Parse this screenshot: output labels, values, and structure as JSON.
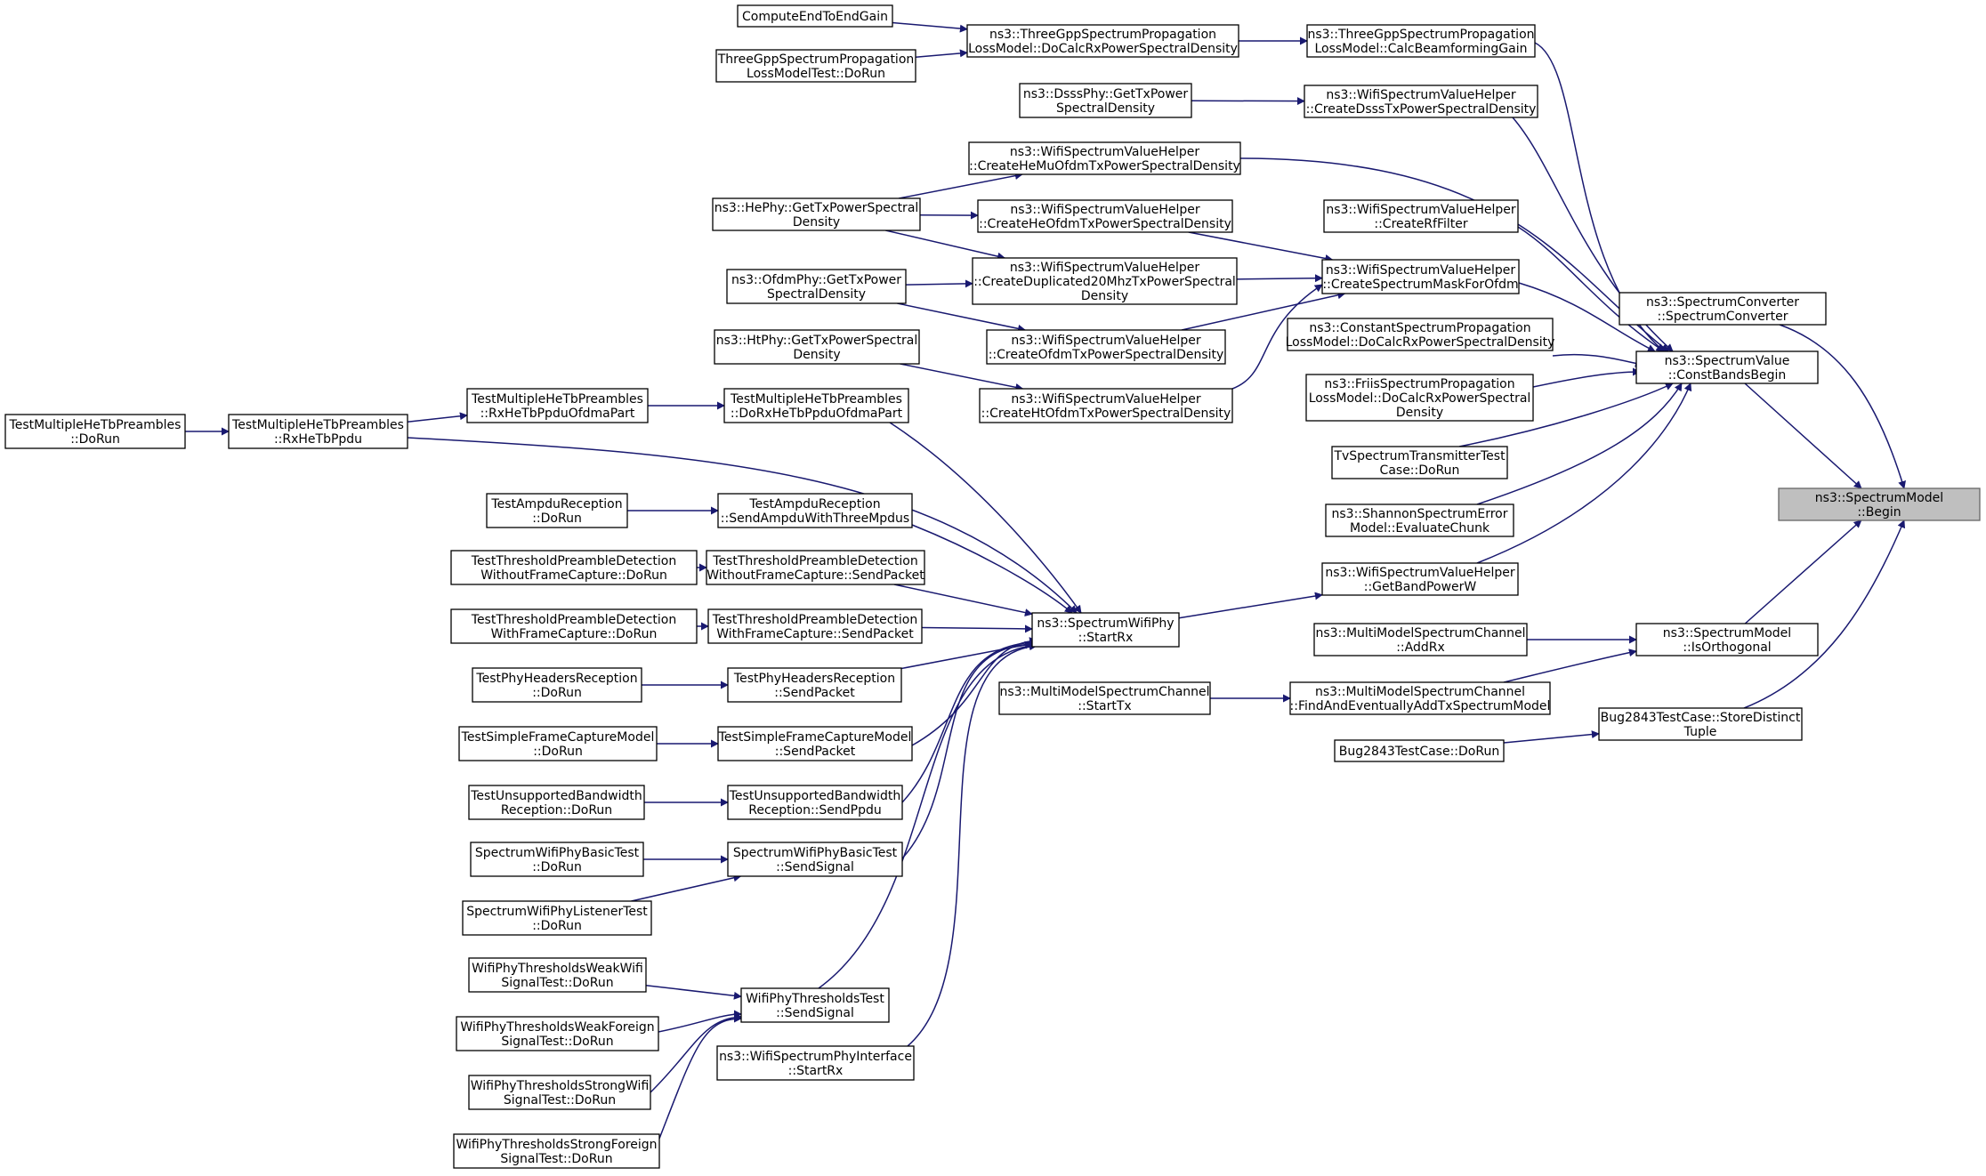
{
  "chart_data": {
    "type": "diagram",
    "title": "",
    "edge_color": "#191970",
    "root_fill": "#bfbfbf",
    "root": "begin",
    "nodes": [
      {
        "id": "begin",
        "lines": [
          "ns3::SpectrumModel",
          "::Begin"
        ],
        "root": true
      },
      {
        "id": "spectrumConverter",
        "lines": [
          "ns3::SpectrumConverter",
          "::SpectrumConverter"
        ]
      },
      {
        "id": "constBandsBegin",
        "lines": [
          "ns3::SpectrumValue",
          "::ConstBandsBegin"
        ]
      },
      {
        "id": "isOrthogonal",
        "lines": [
          "ns3::SpectrumModel",
          "::IsOrthogonal"
        ]
      },
      {
        "id": "storeDistinctTuple",
        "lines": [
          "Bug2843TestCase::StoreDistinct",
          "Tuple"
        ]
      },
      {
        "id": "calcBeamformingGain",
        "lines": [
          "ns3::ThreeGppSpectrumPropagation",
          "LossModel::CalcBeamformingGain"
        ]
      },
      {
        "id": "doCalcRxPsd3gpp",
        "lines": [
          "ns3::ThreeGppSpectrumPropagation",
          "LossModel::DoCalcRxPowerSpectralDensity"
        ]
      },
      {
        "id": "computeEndToEndGain",
        "lines": [
          "ComputeEndToEndGain"
        ]
      },
      {
        "id": "threeGppTestDoRun",
        "lines": [
          "ThreeGppSpectrumPropagation",
          "LossModelTest::DoRun"
        ]
      },
      {
        "id": "createDsssTx",
        "lines": [
          "ns3::WifiSpectrumValueHelper",
          "::CreateDsssTxPowerSpectralDensity"
        ]
      },
      {
        "id": "dsssGetTx",
        "lines": [
          "ns3::DsssPhy::GetTxPower",
          "SpectralDensity"
        ]
      },
      {
        "id": "createHeMuOfdmTx",
        "lines": [
          "ns3::WifiSpectrumValueHelper",
          "::CreateHeMuOfdmTxPowerSpectralDensity"
        ]
      },
      {
        "id": "hePhyGetTx",
        "lines": [
          "ns3::HePhy::GetTxPowerSpectral",
          "Density"
        ]
      },
      {
        "id": "createRfFilter",
        "lines": [
          "ns3::WifiSpectrumValueHelper",
          "::CreateRfFilter"
        ]
      },
      {
        "id": "createHeOfdmTx",
        "lines": [
          "ns3::WifiSpectrumValueHelper",
          "::CreateHeOfdmTxPowerSpectralDensity"
        ]
      },
      {
        "id": "createSpectrumMask",
        "lines": [
          "ns3::WifiSpectrumValueHelper",
          "::CreateSpectrumMaskForOfdm"
        ]
      },
      {
        "id": "createDup20",
        "lines": [
          "ns3::WifiSpectrumValueHelper",
          "::CreateDuplicated20MhzTxPowerSpectral",
          "Density"
        ]
      },
      {
        "id": "ofdmGetTx",
        "lines": [
          "ns3::OfdmPhy::GetTxPower",
          "SpectralDensity"
        ]
      },
      {
        "id": "createOfdmTx",
        "lines": [
          "ns3::WifiSpectrumValueHelper",
          "::CreateOfdmTxPowerSpectralDensity"
        ]
      },
      {
        "id": "htGetTx",
        "lines": [
          "ns3::HtPhy::GetTxPowerSpectral",
          "Density"
        ]
      },
      {
        "id": "createHtOfdmTx",
        "lines": [
          "ns3::WifiSpectrumValueHelper",
          "::CreateHtOfdmTxPowerSpectralDensity"
        ]
      },
      {
        "id": "constDoCalc",
        "lines": [
          "ns3::ConstantSpectrumPropagation",
          "LossModel::DoCalcRxPowerSpectralDensity"
        ]
      },
      {
        "id": "friisDoCalc",
        "lines": [
          "ns3::FriisSpectrumPropagation",
          "LossModel::DoCalcRxPowerSpectral",
          "Density"
        ]
      },
      {
        "id": "tvTestDoRun",
        "lines": [
          "TvSpectrumTransmitterTest",
          "Case::DoRun"
        ]
      },
      {
        "id": "shannonEval",
        "lines": [
          "ns3::ShannonSpectrumError",
          "Model::EvaluateChunk"
        ]
      },
      {
        "id": "getBandPowerW",
        "lines": [
          "ns3::WifiSpectrumValueHelper",
          "::GetBandPowerW"
        ]
      },
      {
        "id": "startRx",
        "lines": [
          "ns3::SpectrumWifiPhy",
          "::StartRx"
        ]
      },
      {
        "id": "doRxHeTb",
        "lines": [
          "TestMultipleHeTbPreambles",
          "::DoRxHeTbPpduOfdmaPart"
        ]
      },
      {
        "id": "rxHeTbOfdma",
        "lines": [
          "TestMultipleHeTbPreambles",
          "::RxHeTbPpduOfdmaPart"
        ]
      },
      {
        "id": "rxHeTbPpdu",
        "lines": [
          "TestMultipleHeTbPreambles",
          "::RxHeTbPpdu"
        ]
      },
      {
        "id": "multiHeTbDoRun",
        "lines": [
          "TestMultipleHeTbPreambles",
          "::DoRun"
        ]
      },
      {
        "id": "sendAmpdu",
        "lines": [
          "TestAmpduReception",
          "::SendAmpduWithThreeMpdus"
        ]
      },
      {
        "id": "ampduDoRun",
        "lines": [
          "TestAmpduReception",
          "::DoRun"
        ]
      },
      {
        "id": "thrWithoutSend",
        "lines": [
          "TestThresholdPreambleDetection",
          "WithoutFrameCapture::SendPacket"
        ]
      },
      {
        "id": "thrWithoutDoRun",
        "lines": [
          "TestThresholdPreambleDetection",
          "WithoutFrameCapture::DoRun"
        ]
      },
      {
        "id": "thrWithSend",
        "lines": [
          "TestThresholdPreambleDetection",
          "WithFrameCapture::SendPacket"
        ]
      },
      {
        "id": "thrWithDoRun",
        "lines": [
          "TestThresholdPreambleDetection",
          "WithFrameCapture::DoRun"
        ]
      },
      {
        "id": "phyHdrSend",
        "lines": [
          "TestPhyHeadersReception",
          "::SendPacket"
        ]
      },
      {
        "id": "phyHdrDoRun",
        "lines": [
          "TestPhyHeadersReception",
          "::DoRun"
        ]
      },
      {
        "id": "simpleFcSend",
        "lines": [
          "TestSimpleFrameCaptureModel",
          "::SendPacket"
        ]
      },
      {
        "id": "simpleFcDoRun",
        "lines": [
          "TestSimpleFrameCaptureModel",
          "::DoRun"
        ]
      },
      {
        "id": "unsupSend",
        "lines": [
          "TestUnsupportedBandwidth",
          "Reception::SendPpdu"
        ]
      },
      {
        "id": "unsupDoRun",
        "lines": [
          "TestUnsupportedBandwidth",
          "Reception::DoRun"
        ]
      },
      {
        "id": "basicSend",
        "lines": [
          "SpectrumWifiPhyBasicTest",
          "::SendSignal"
        ]
      },
      {
        "id": "basicDoRun",
        "lines": [
          "SpectrumWifiPhyBasicTest",
          "::DoRun"
        ]
      },
      {
        "id": "listenerDoRun",
        "lines": [
          "SpectrumWifiPhyListenerTest",
          "::DoRun"
        ]
      },
      {
        "id": "thrTestSend",
        "lines": [
          "WifiPhyThresholdsTest",
          "::SendSignal"
        ]
      },
      {
        "id": "weakWifi",
        "lines": [
          "WifiPhyThresholdsWeakWifi",
          "SignalTest::DoRun"
        ]
      },
      {
        "id": "weakForeign",
        "lines": [
          "WifiPhyThresholdsWeakForeign",
          "SignalTest::DoRun"
        ]
      },
      {
        "id": "strongWifi",
        "lines": [
          "WifiPhyThresholdsStrongWifi",
          "SignalTest::DoRun"
        ]
      },
      {
        "id": "strongForeign",
        "lines": [
          "WifiPhyThresholdsStrongForeign",
          "SignalTest::DoRun"
        ]
      },
      {
        "id": "phyIfStartRx",
        "lines": [
          "ns3::WifiSpectrumPhyInterface",
          "::StartRx"
        ]
      },
      {
        "id": "addRx",
        "lines": [
          "ns3::MultiModelSpectrumChannel",
          "::AddRx"
        ]
      },
      {
        "id": "findAndAdd",
        "lines": [
          "ns3::MultiModelSpectrumChannel",
          "::FindAndEventuallyAddTxSpectrumModel"
        ]
      },
      {
        "id": "startTx",
        "lines": [
          "ns3::MultiModelSpectrumChannel",
          "::StartTx"
        ]
      },
      {
        "id": "bugDoRun",
        "lines": [
          "Bug2843TestCase::DoRun"
        ]
      }
    ],
    "edges": [
      [
        "spectrumConverter",
        "begin"
      ],
      [
        "constBandsBegin",
        "begin"
      ],
      [
        "isOrthogonal",
        "begin"
      ],
      [
        "storeDistinctTuple",
        "begin"
      ],
      [
        "calcBeamformingGain",
        "constBandsBegin"
      ],
      [
        "createDsssTx",
        "constBandsBegin"
      ],
      [
        "createHeMuOfdmTx",
        "constBandsBegin"
      ],
      [
        "createRfFilter",
        "constBandsBegin"
      ],
      [
        "createSpectrumMask",
        "constBandsBegin"
      ],
      [
        "constDoCalc",
        "constBandsBegin"
      ],
      [
        "friisDoCalc",
        "constBandsBegin"
      ],
      [
        "tvTestDoRun",
        "constBandsBegin"
      ],
      [
        "shannonEval",
        "constBandsBegin"
      ],
      [
        "getBandPowerW",
        "constBandsBegin"
      ],
      [
        "doCalcRxPsd3gpp",
        "calcBeamformingGain"
      ],
      [
        "computeEndToEndGain",
        "doCalcRxPsd3gpp"
      ],
      [
        "threeGppTestDoRun",
        "doCalcRxPsd3gpp"
      ],
      [
        "dsssGetTx",
        "createDsssTx"
      ],
      [
        "hePhyGetTx",
        "createHeMuOfdmTx"
      ],
      [
        "hePhyGetTx",
        "createHeOfdmTx"
      ],
      [
        "hePhyGetTx",
        "createDup20"
      ],
      [
        "createHeOfdmTx",
        "createSpectrumMask"
      ],
      [
        "createDup20",
        "createSpectrumMask"
      ],
      [
        "createOfdmTx",
        "createSpectrumMask"
      ],
      [
        "createHtOfdmTx",
        "createSpectrumMask"
      ],
      [
        "ofdmGetTx",
        "createDup20"
      ],
      [
        "ofdmGetTx",
        "createOfdmTx"
      ],
      [
        "htGetTx",
        "createHtOfdmTx"
      ],
      [
        "startRx",
        "getBandPowerW"
      ],
      [
        "doRxHeTb",
        "startRx"
      ],
      [
        "rxHeTbPpdu",
        "startRx"
      ],
      [
        "sendAmpdu",
        "startRx"
      ],
      [
        "thrWithoutSend",
        "startRx"
      ],
      [
        "thrWithSend",
        "startRx"
      ],
      [
        "phyHdrSend",
        "startRx"
      ],
      [
        "simpleFcSend",
        "startRx"
      ],
      [
        "unsupSend",
        "startRx"
      ],
      [
        "basicSend",
        "startRx"
      ],
      [
        "thrTestSend",
        "startRx"
      ],
      [
        "phyIfStartRx",
        "startRx"
      ],
      [
        "rxHeTbOfdma",
        "doRxHeTb"
      ],
      [
        "rxHeTbPpdu",
        "rxHeTbOfdma"
      ],
      [
        "multiHeTbDoRun",
        "rxHeTbPpdu"
      ],
      [
        "ampduDoRun",
        "sendAmpdu"
      ],
      [
        "thrWithoutDoRun",
        "thrWithoutSend"
      ],
      [
        "thrWithDoRun",
        "thrWithSend"
      ],
      [
        "phyHdrDoRun",
        "phyHdrSend"
      ],
      [
        "simpleFcDoRun",
        "simpleFcSend"
      ],
      [
        "unsupDoRun",
        "unsupSend"
      ],
      [
        "basicDoRun",
        "basicSend"
      ],
      [
        "listenerDoRun",
        "basicSend"
      ],
      [
        "weakWifi",
        "thrTestSend"
      ],
      [
        "weakForeign",
        "thrTestSend"
      ],
      [
        "strongWifi",
        "thrTestSend"
      ],
      [
        "strongForeign",
        "thrTestSend"
      ],
      [
        "addRx",
        "isOrthogonal"
      ],
      [
        "findAndAdd",
        "isOrthogonal"
      ],
      [
        "startTx",
        "findAndAdd"
      ],
      [
        "bugDoRun",
        "storeDistinctTuple"
      ]
    ]
  }
}
